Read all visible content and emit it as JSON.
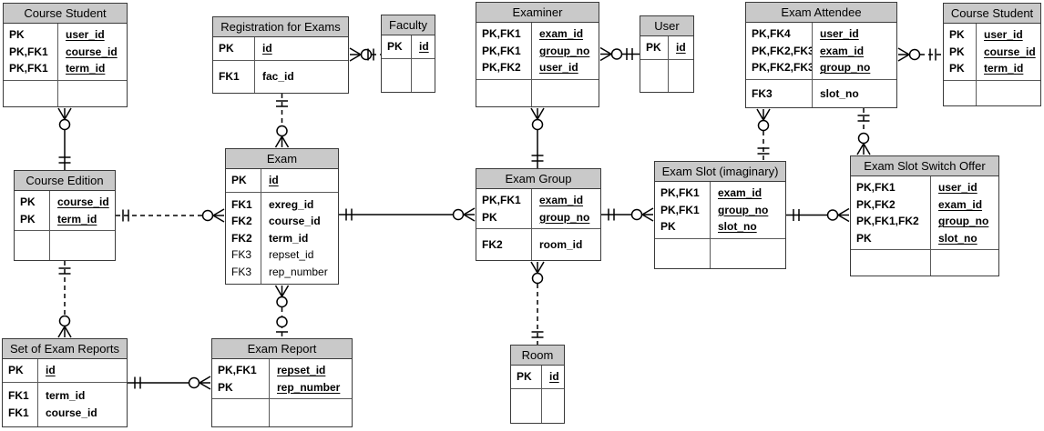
{
  "colors": {
    "header_fill": "#c9c9c9",
    "table_border": "#3a3a3a",
    "inner_border": "#5a5a5a",
    "relationship_line": "#000000",
    "background": "#ffffff",
    "text": "#000000"
  },
  "tables": {
    "course_student_1": {
      "title": "Course Student",
      "sections": [
        [
          {
            "key": "PK",
            "name": "user_id",
            "pk": true
          },
          {
            "key": "PK,FK1",
            "name": "course_id",
            "pk": true
          },
          {
            "key": "PK,FK1",
            "name": "term_id",
            "pk": true
          }
        ],
        []
      ]
    },
    "registration_for_exams": {
      "title": "Registration for Exams",
      "sections": [
        [
          {
            "key": "PK",
            "name": "id",
            "pk": true
          }
        ],
        [
          {
            "key": "FK1",
            "name": "fac_id",
            "required": true
          }
        ]
      ]
    },
    "faculty": {
      "title": "Faculty",
      "sections": [
        [
          {
            "key": "PK",
            "name": "id",
            "pk": true
          }
        ],
        []
      ]
    },
    "examiner": {
      "title": "Examiner",
      "sections": [
        [
          {
            "key": "PK,FK1",
            "name": "exam_id",
            "pk": true
          },
          {
            "key": "PK,FK1",
            "name": "group_no",
            "pk": true
          },
          {
            "key": "PK,FK2",
            "name": "user_id",
            "pk": true
          }
        ],
        []
      ]
    },
    "user": {
      "title": "User",
      "sections": [
        [
          {
            "key": "PK",
            "name": "id",
            "pk": true
          }
        ],
        []
      ]
    },
    "exam_attendee": {
      "title": "Exam Attendee",
      "sections": [
        [
          {
            "key": "PK,FK4",
            "name": "user_id",
            "pk": true
          },
          {
            "key": "PK,FK2,FK3",
            "name": "exam_id",
            "pk": true
          },
          {
            "key": "PK,FK2,FK3",
            "name": "group_no",
            "pk": true
          }
        ],
        [
          {
            "key": "FK3",
            "name": "slot_no",
            "required": true
          }
        ]
      ]
    },
    "course_student_2": {
      "title": "Course Student",
      "sections": [
        [
          {
            "key": "PK",
            "name": "user_id",
            "pk": true
          },
          {
            "key": "PK",
            "name": "course_id",
            "pk": true
          },
          {
            "key": "PK",
            "name": "term_id",
            "pk": true
          }
        ],
        []
      ]
    },
    "course_edition": {
      "title": "Course Edition",
      "sections": [
        [
          {
            "key": "PK",
            "name": "course_id",
            "pk": true
          },
          {
            "key": "PK",
            "name": "term_id",
            "pk": true
          }
        ],
        []
      ]
    },
    "exam": {
      "title": "Exam",
      "sections": [
        [
          {
            "key": "PK",
            "name": "id",
            "pk": true
          }
        ],
        [
          {
            "key": "FK1",
            "name": "exreg_id",
            "required": true
          },
          {
            "key": "FK2",
            "name": "course_id",
            "required": true
          },
          {
            "key": "FK2",
            "name": "term_id",
            "required": true
          },
          {
            "key": "FK3",
            "name": "repset_id"
          },
          {
            "key": "FK3",
            "name": "rep_number"
          }
        ]
      ]
    },
    "exam_group": {
      "title": "Exam Group",
      "sections": [
        [
          {
            "key": "PK,FK1",
            "name": "exam_id",
            "pk": true
          },
          {
            "key": "PK",
            "name": "group_no",
            "pk": true
          }
        ],
        [
          {
            "key": "FK2",
            "name": "room_id",
            "required": true
          }
        ]
      ]
    },
    "exam_slot": {
      "title": "Exam Slot (imaginary)",
      "sections": [
        [
          {
            "key": "PK,FK1",
            "name": "exam_id",
            "pk": true
          },
          {
            "key": "PK,FK1",
            "name": "group_no",
            "pk": true
          },
          {
            "key": "PK",
            "name": "slot_no",
            "pk": true
          }
        ],
        []
      ]
    },
    "exam_slot_switch_offer": {
      "title": "Exam Slot Switch Offer",
      "sections": [
        [
          {
            "key": "PK,FK1",
            "name": "user_id",
            "pk": true
          },
          {
            "key": "PK,FK2",
            "name": "exam_id",
            "pk": true
          },
          {
            "key": "PK,FK1,FK2",
            "name": "group_no",
            "pk": true
          },
          {
            "key": "PK",
            "name": "slot_no",
            "pk": true
          }
        ],
        []
      ]
    },
    "set_of_exam_reports": {
      "title": "Set of Exam Reports",
      "sections": [
        [
          {
            "key": "PK",
            "name": "id",
            "pk": true
          }
        ],
        [
          {
            "key": "FK1",
            "name": "term_id",
            "required": true
          },
          {
            "key": "FK1",
            "name": "course_id",
            "required": true
          }
        ]
      ]
    },
    "exam_report": {
      "title": "Exam Report",
      "sections": [
        [
          {
            "key": "PK,FK1",
            "name": "repset_id",
            "pk": true
          },
          {
            "key": "PK",
            "name": "rep_number",
            "pk": true
          }
        ],
        []
      ]
    },
    "room": {
      "title": "Room",
      "sections": [
        [
          {
            "key": "PK",
            "name": "id",
            "pk": true
          }
        ],
        []
      ]
    }
  },
  "relationships": [
    {
      "from": "registration_for_exams",
      "to": "faculty",
      "from_card": "zero-or-many",
      "to_card": "one-and-only-one",
      "line": "dashed"
    },
    {
      "from": "examiner",
      "to": "user",
      "from_card": "zero-or-many",
      "to_card": "one-and-only-one",
      "line": "solid"
    },
    {
      "from": "exam_attendee",
      "to": "course_student_2",
      "from_card": "zero-or-many",
      "to_card": "one-and-only-one",
      "line": "dashed"
    },
    {
      "from": "course_edition",
      "to": "exam",
      "from_card": "one-and-only-one",
      "to_card": "zero-or-many",
      "line": "dashed"
    },
    {
      "from": "exam",
      "to": "exam_group",
      "from_card": "one-and-only-one",
      "to_card": "zero-or-many",
      "line": "solid"
    },
    {
      "from": "exam_group",
      "to": "exam_slot",
      "from_card": "one-and-only-one",
      "to_card": "zero-or-many",
      "line": "solid"
    },
    {
      "from": "exam_slot",
      "to": "exam_slot_switch_offer",
      "from_card": "one-and-only-one",
      "to_card": "zero-or-many",
      "line": "solid"
    },
    {
      "from": "set_of_exam_reports",
      "to": "exam_report",
      "from_card": "one-and-only-one",
      "to_card": "zero-or-many",
      "line": "solid"
    },
    {
      "from": "course_student_1",
      "to": "course_edition",
      "from_card": "zero-or-many",
      "to_card": "one-and-only-one",
      "line": "solid"
    },
    {
      "from": "registration_for_exams",
      "to": "exam",
      "from_card": "one-and-only-one",
      "to_card": "zero-or-many",
      "line": "dashed"
    },
    {
      "from": "examiner",
      "to": "exam_group",
      "from_card": "zero-or-many",
      "to_card": "one-and-only-one",
      "line": "solid"
    },
    {
      "from": "exam_attendee",
      "to": "exam_slot",
      "from_card": "zero-or-many",
      "to_card": "one-and-only-one",
      "line": "dashed"
    },
    {
      "from": "exam_attendee",
      "to": "exam_slot_switch_offer",
      "from_card": "one-and-only-one",
      "to_card": "zero-or-many",
      "line": "dashed"
    },
    {
      "from": "course_edition",
      "to": "set_of_exam_reports",
      "from_card": "one-and-only-one",
      "to_card": "zero-or-many",
      "line": "dashed"
    },
    {
      "from": "exam",
      "to": "exam_report",
      "from_card": "zero-or-many",
      "to_card": "zero-or-one",
      "line": "dashed"
    },
    {
      "from": "exam_group",
      "to": "room",
      "from_card": "zero-or-many",
      "to_card": "one-and-only-one",
      "line": "dashed"
    }
  ]
}
